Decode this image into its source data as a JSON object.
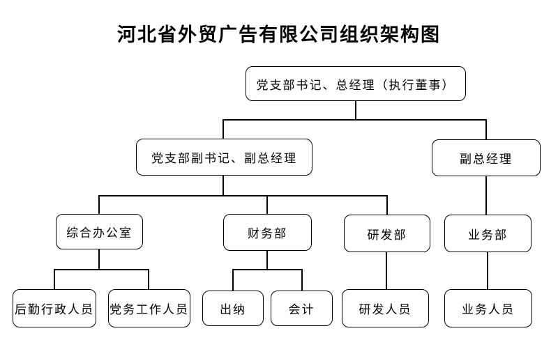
{
  "title": "河北省外贸广告有限公司组织架构图",
  "nodes": {
    "ceo": "党支部书记、总经理（执行董事）",
    "deputy_secretary_gm": "党支部副书记、副总经理",
    "deputy_gm": "副总经理",
    "general_office": "综合办公室",
    "finance_dept": "财务部",
    "rd_dept": "研发部",
    "business_dept": "业务部",
    "logistics_admin_staff": "后勤行政人员",
    "party_affairs_staff": "党务工作人员",
    "cashier": "出纳",
    "accountant": "会计",
    "rd_staff": "研发人员",
    "business_staff": "业务人员"
  },
  "hierarchy": [
    {
      "from": "ceo",
      "to": "deputy_secretary_gm"
    },
    {
      "from": "ceo",
      "to": "deputy_gm"
    },
    {
      "from": "deputy_secretary_gm",
      "to": "general_office"
    },
    {
      "from": "deputy_secretary_gm",
      "to": "finance_dept"
    },
    {
      "from": "deputy_secretary_gm",
      "to": "rd_dept"
    },
    {
      "from": "deputy_gm",
      "to": "business_dept"
    },
    {
      "from": "general_office",
      "to": "logistics_admin_staff"
    },
    {
      "from": "general_office",
      "to": "party_affairs_staff"
    },
    {
      "from": "finance_dept",
      "to": "cashier"
    },
    {
      "from": "finance_dept",
      "to": "accountant"
    },
    {
      "from": "rd_dept",
      "to": "rd_staff"
    },
    {
      "from": "business_dept",
      "to": "business_staff"
    }
  ],
  "colors": {
    "line": "#000000",
    "background": "#ffffff",
    "text": "#000000"
  }
}
